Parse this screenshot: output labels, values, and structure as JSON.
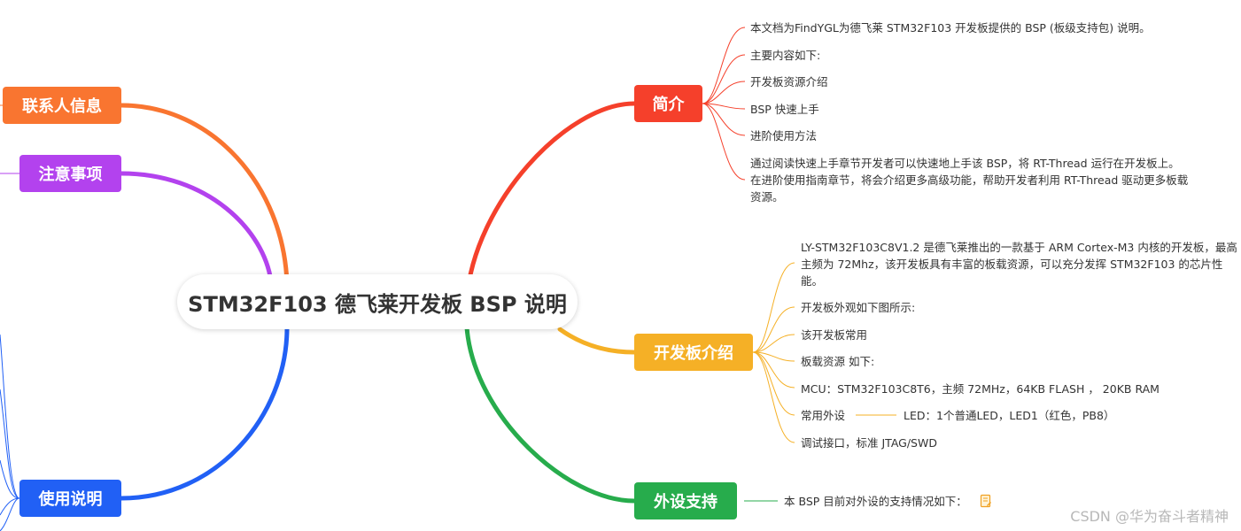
{
  "root": {
    "label": "STM32F103 德飞莱开发板 BSP 说明"
  },
  "topics": {
    "intro": {
      "label": "简介",
      "color": "#f5402b"
    },
    "board": {
      "label": "开发板介绍",
      "color": "#f5b026"
    },
    "peripheral": {
      "label": "外设支持",
      "color": "#27ac4c"
    },
    "contact": {
      "label": "联系人信息",
      "color": "#f97530"
    },
    "notice": {
      "label": "注意事项",
      "color": "#b342ee"
    },
    "usage": {
      "label": "使用说明",
      "color": "#2160f5"
    }
  },
  "intro_items": [
    "本文档为FindYGL为德飞莱 STM32F103 开发板提供的 BSP (板级支持包) 说明。",
    "主要内容如下:",
    "开发板资源介绍",
    "BSP 快速上手",
    "进阶使用方法",
    "通过阅读快速上手章节开发者可以快速地上手该 BSP，将 RT-Thread 运行在开发板上。在进阶使用指南章节，将会介绍更多高级功能，帮助开发者利用 RT-Thread 驱动更多板载资源。"
  ],
  "board_items": [
    "LY-STM32F103C8V1.2 是德飞莱推出的一款基于 ARM Cortex-M3 内核的开发板，最高主频为 72Mhz，该开发板具有丰富的板载资源，可以充分发挥 STM32F103 的芯片性能。",
    "开发板外观如下图所示:",
    "该开发板常用",
    "板载资源 如下:",
    "MCU：STM32F103C8T6，主频 72MHz，64KB FLASH ， 20KB RAM",
    "常用外设",
    "调试接口，标准 JTAG/SWD"
  ],
  "board_sub": "LED：1个普通LED，LED1（红色，PB8）",
  "peripheral_items": [
    "本 BSP 目前对外设的支持情况如下："
  ],
  "icons": {
    "note": "note-icon"
  },
  "watermark": "CSDN @华为奋斗者精神"
}
